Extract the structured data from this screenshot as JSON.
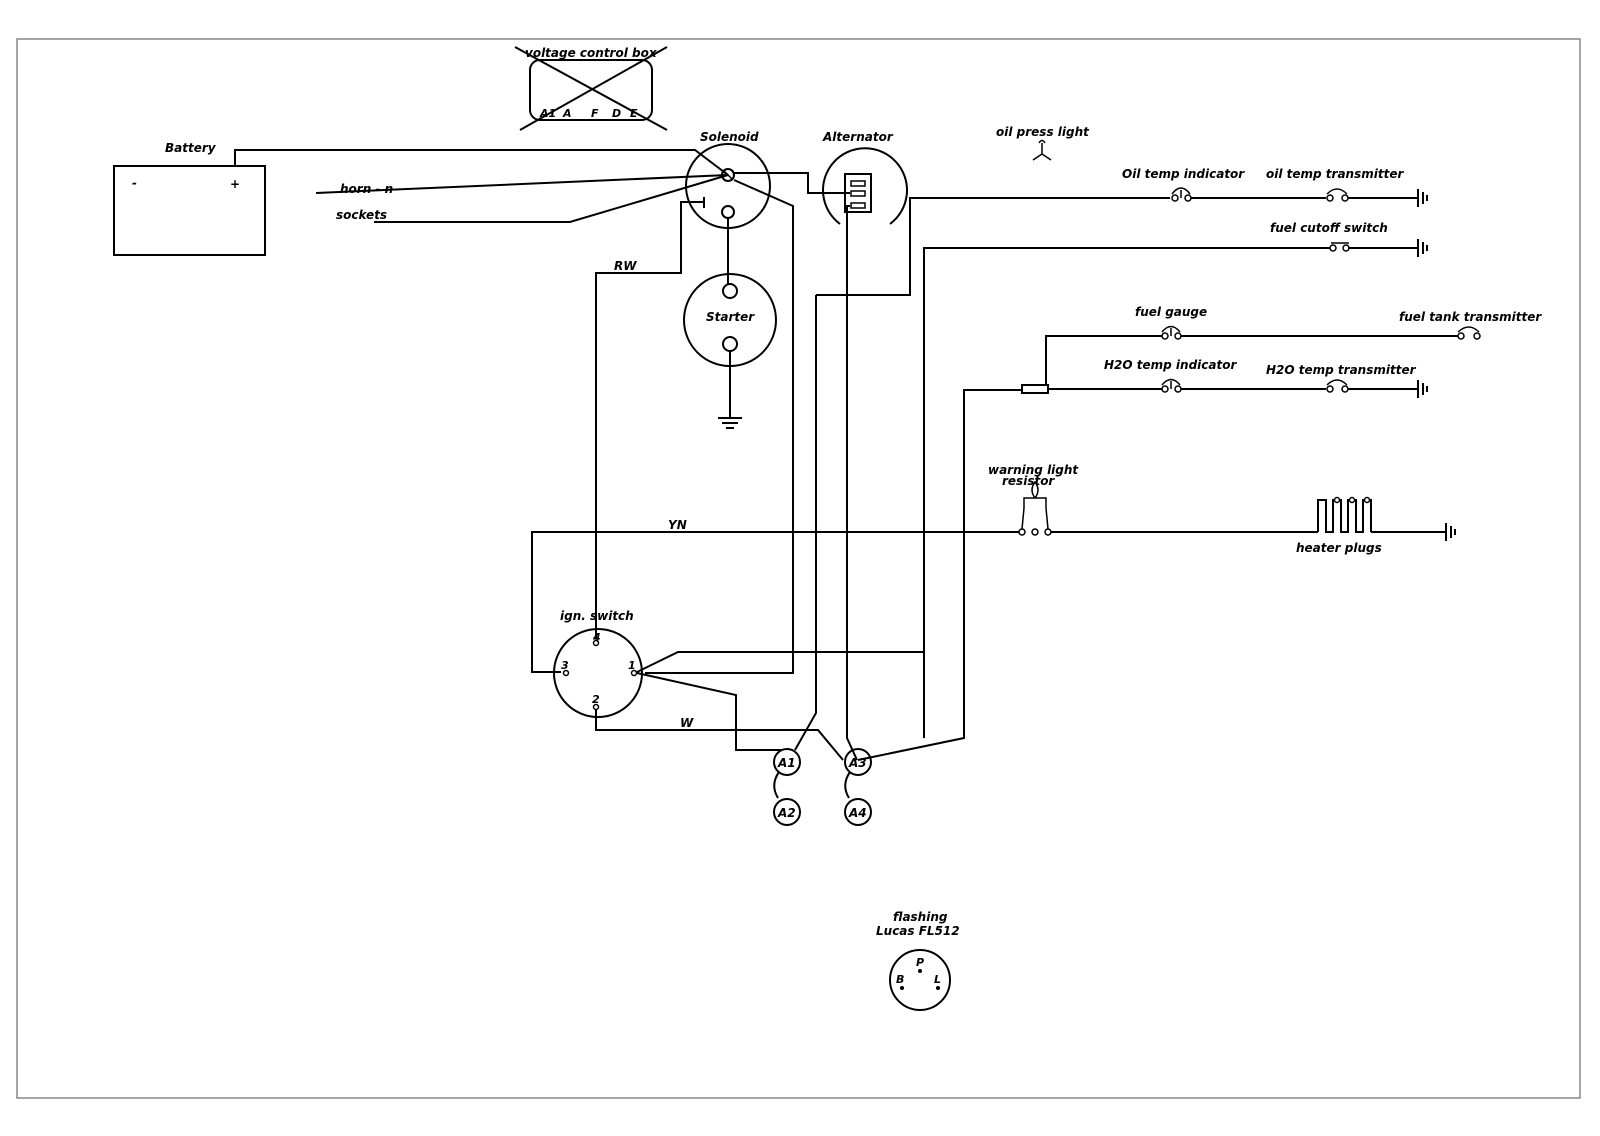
{
  "labels": {
    "voltage_control_box": "voltage control box",
    "vcb_pins": [
      "A1",
      "A",
      "F",
      "D",
      "E"
    ],
    "battery": "Battery",
    "battery_neg": "-",
    "battery_pos": "+",
    "solenoid": "Solenoid",
    "alternator": "Alternator",
    "oil_press_light": "oil press light",
    "horn": "horn - n",
    "sockets": "sockets",
    "rw": "RW",
    "starter": "Starter",
    "oil_temp_indicator": "Oil temp indicator",
    "oil_temp_transmitter": "oil temp transmitter",
    "fuel_cutoff_switch": "fuel cutoff switch",
    "fuel_gauge": "fuel gauge",
    "fuel_tank_transmitter": "fuel tank transmitter",
    "h2o_temp_indicator": "H2O temp indicator",
    "h2o_temp_transmitter": "H2O temp transmitter",
    "warning_light_resistor_1": "warning light",
    "warning_light_resistor_2": "resistor",
    "yn": "YN",
    "heater_plugs": "heater plugs",
    "ign_switch": "ign. switch",
    "ign_pins": [
      "4",
      "3",
      "1",
      "2"
    ],
    "w": "W",
    "connectors": [
      "A1",
      "A2",
      "A3",
      "A4"
    ],
    "flashing_1": "flashing",
    "flashing_2": "Lucas FL512",
    "flasher_pins": [
      "P",
      "B",
      "L"
    ]
  }
}
